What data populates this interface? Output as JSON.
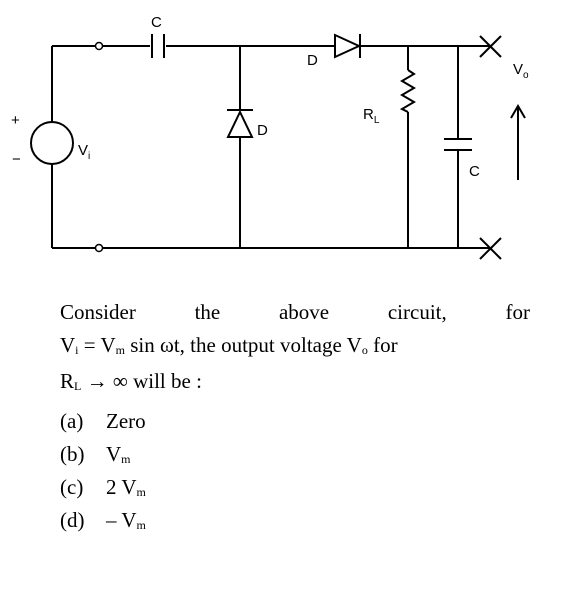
{
  "circuit": {
    "capacitor_label": "C",
    "diode_series_label": "D",
    "diode_shunt_label": "D",
    "resistor_label": "R",
    "resistor_sub": "L",
    "capacitor2_label": "C",
    "source_label": "V",
    "source_sub": "i",
    "output_label": "V",
    "output_sub": "o",
    "plus": "+",
    "minus": "−"
  },
  "question": {
    "w1": "Consider",
    "w2": "the",
    "w3": "above",
    "w4": "circuit,",
    "w5": "for",
    "l2_a": "V",
    "l2_a_sub": "i",
    "l2_b": " = V",
    "l2_b_sub": "m",
    "l2_c": " sin ωt, the output voltage V",
    "l2_c_sub": "o",
    "l2_d": " for",
    "l3_a": "R",
    "l3_a_sub": "L",
    "l3_b": " → ∞ will be :"
  },
  "options": [
    {
      "mark": "(a)",
      "text": "Zero",
      "sub": ""
    },
    {
      "mark": "(b)",
      "text": "V",
      "sub": "m"
    },
    {
      "mark": "(c)",
      "text": "2 V",
      "sub": "m"
    },
    {
      "mark": "(d)",
      "text": "– V",
      "sub": "m"
    }
  ]
}
